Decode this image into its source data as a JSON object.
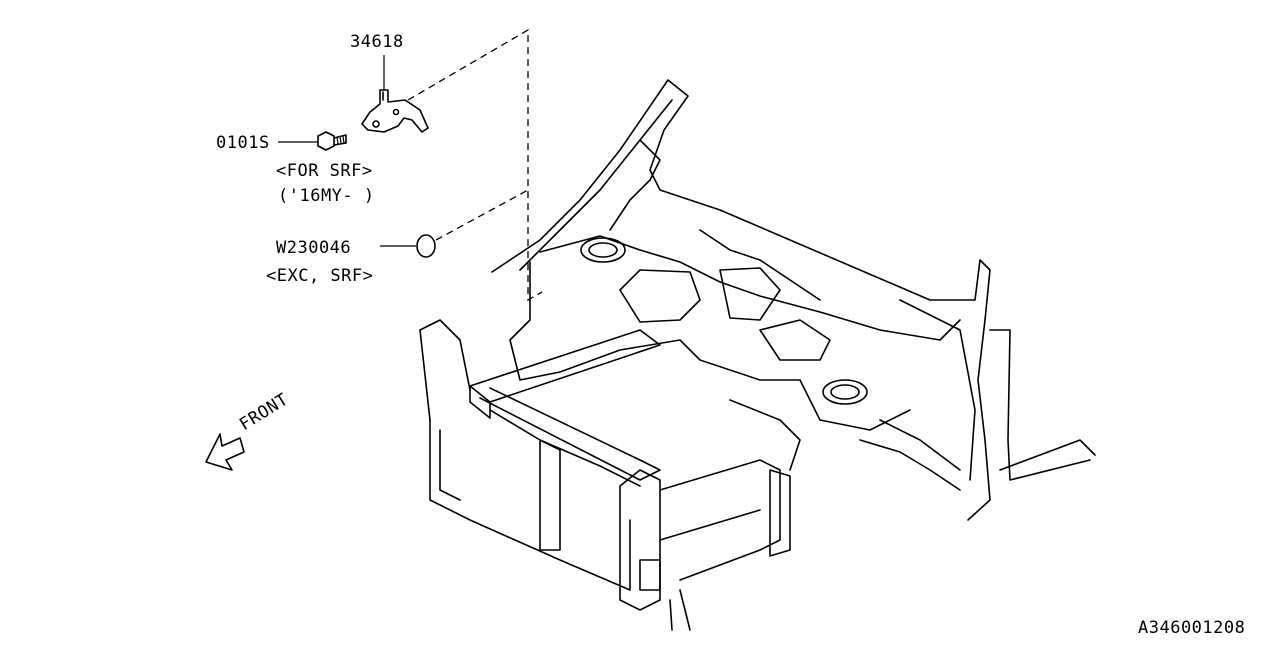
{
  "callouts": {
    "part_34618": "34618",
    "part_0101s": "0101S",
    "note_for_srf": "<FOR SRF>",
    "note_16my": "('16MY-  )",
    "part_w230046": "W230046",
    "note_exc_srf": "<EXC, SRF>"
  },
  "direction_label": "FRONT",
  "diagram_code": "A346001208"
}
